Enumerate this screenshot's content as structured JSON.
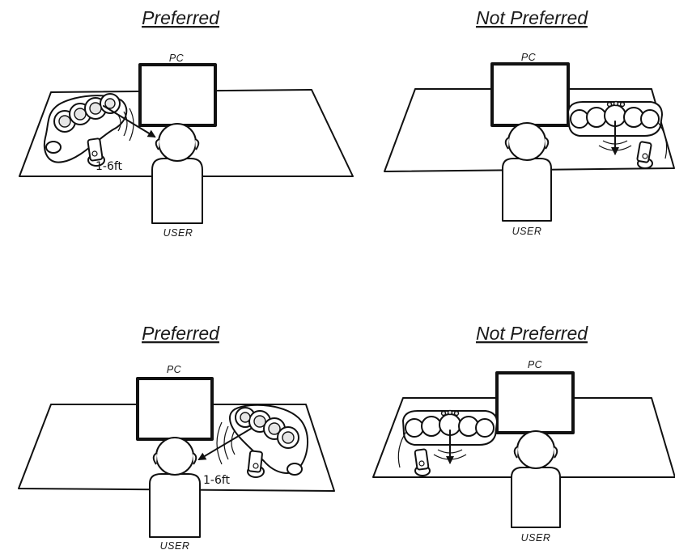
{
  "panels": [
    {
      "title": "Preferred",
      "monitor_label": "PC",
      "user_label": "USER",
      "distance": "1-6ft"
    },
    {
      "title": "Not Preferred",
      "monitor_label": "PC",
      "user_label": "USER"
    },
    {
      "title": "Preferred",
      "monitor_label": "PC",
      "user_label": "USER",
      "distance": "1-6ft"
    },
    {
      "title": "Not Preferred",
      "monitor_label": "PC",
      "user_label": "USER"
    }
  ]
}
